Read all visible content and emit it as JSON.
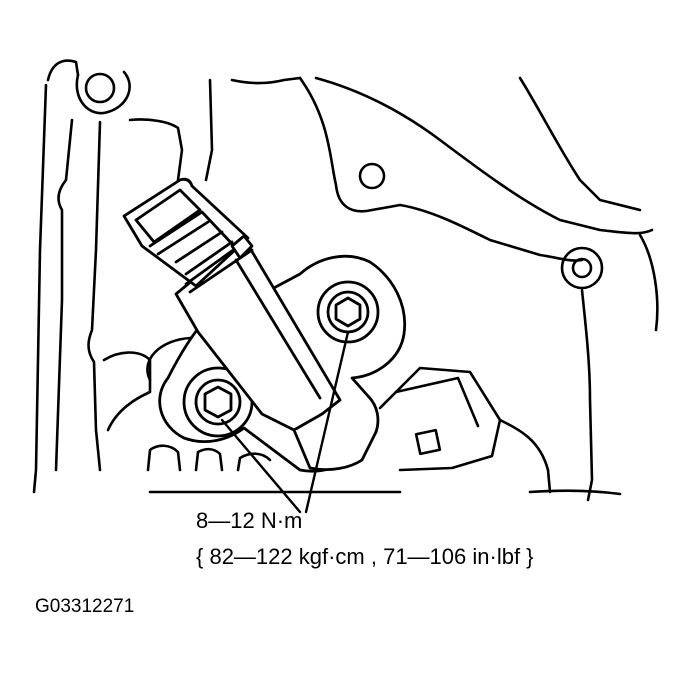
{
  "callout": {
    "torque_nm": "8—12 N·m",
    "torque_alt": "{ 82—122 kgf·cm , 71—106 in·lbf }"
  },
  "figure": {
    "id": "G03312271"
  },
  "colors": {
    "line": "#000000",
    "background": "#ffffff"
  }
}
